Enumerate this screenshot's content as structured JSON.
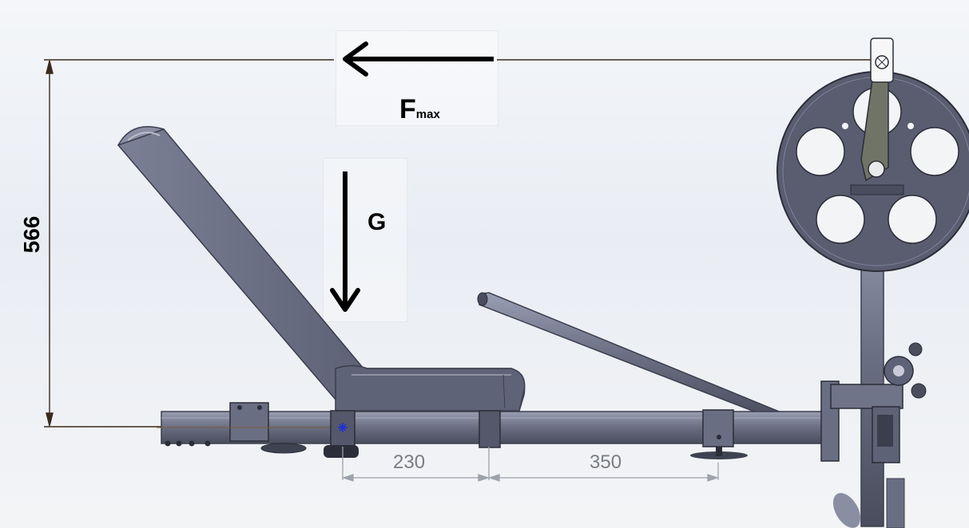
{
  "labels": {
    "force_max_main": "F",
    "force_max_sub": "max",
    "gravity": "G",
    "dim_height": "566",
    "dim_a": "230",
    "dim_b": "350"
  },
  "colors": {
    "frame": "#5c5f73",
    "frame_light": "#8c90a5",
    "dark": "#2f3240",
    "dim_line": "#3a2a1c",
    "dim_gray": "#9ea2aa",
    "arrow": "#000000",
    "marker": "#1f2fd8"
  }
}
